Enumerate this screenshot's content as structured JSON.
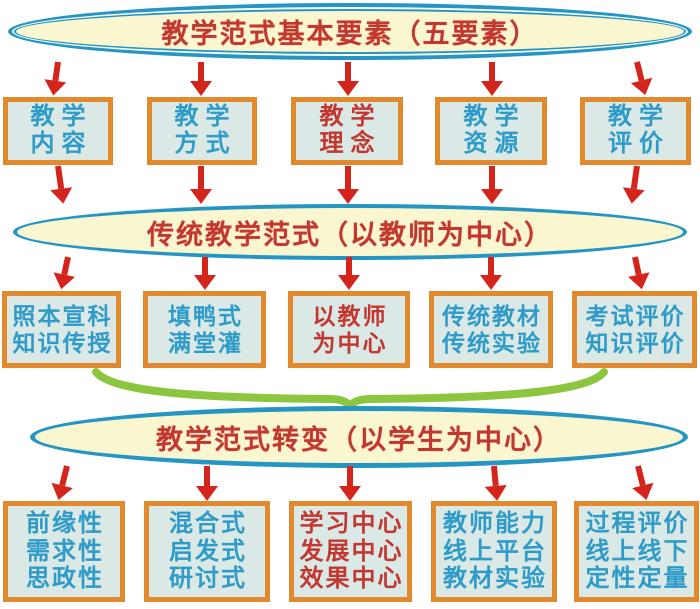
{
  "colors": {
    "arrow_red": "#d4251c",
    "box_border_orange": "#e2882d",
    "box_fill": "#dae8e6",
    "ellipse_border_blue": "#2596c4",
    "ellipse_fill": "#faf6cf",
    "text_blue": "#2e9bc8",
    "text_red": "#c23830",
    "brace_green": "#8cc63e",
    "background": "#ffffff"
  },
  "top_ellipse": {
    "label": "教学范式基本要素（五要素）"
  },
  "middle_ellipse": {
    "label": "传统教学范式（以教师为中心）"
  },
  "bottom_ellipse": {
    "label": "教学范式转变（以学生为中心）"
  },
  "row1": {
    "boxes": [
      {
        "line1": "教学",
        "line2": "内容",
        "color": "blue"
      },
      {
        "line1": "教学",
        "line2": "方式",
        "color": "blue"
      },
      {
        "line1": "教学",
        "line2": "理念",
        "color": "red"
      },
      {
        "line1": "教学",
        "line2": "资源",
        "color": "blue"
      },
      {
        "line1": "教学",
        "line2": "评价",
        "color": "blue"
      }
    ]
  },
  "row2": {
    "boxes": [
      {
        "line1": "照本宣科",
        "line2": "知识传授",
        "color": "blue"
      },
      {
        "line1": "填鸭式",
        "line2": "满堂灌",
        "color": "blue"
      },
      {
        "line1": "以教师",
        "line2": "为中心",
        "color": "red"
      },
      {
        "line1": "传统教材",
        "line2": "传统实验",
        "color": "blue"
      },
      {
        "line1": "考试评价",
        "line2": "知识评价",
        "color": "blue"
      }
    ]
  },
  "row3": {
    "boxes": [
      {
        "line1": "前缘性",
        "line2": "需求性",
        "line3": "思政性",
        "color": "blue"
      },
      {
        "line1": "混合式",
        "line2": "启发式",
        "line3": "研讨式",
        "color": "blue"
      },
      {
        "line1": "学习中心",
        "line2": "发展中心",
        "line3": "效果中心",
        "color": "red"
      },
      {
        "line1": "教师能力",
        "line2": "线上平台",
        "line3": "教材实验",
        "color": "blue"
      },
      {
        "line1": "过程评价",
        "line2": "线上线下",
        "line3": "定性定量",
        "color": "blue"
      }
    ]
  }
}
